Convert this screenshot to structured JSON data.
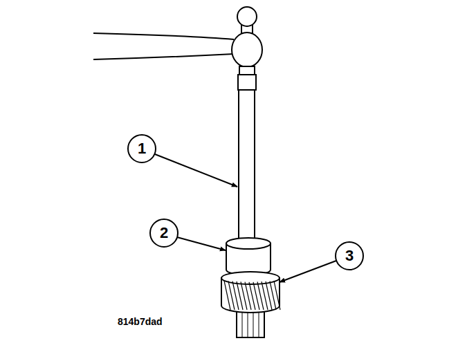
{
  "diagram": {
    "labels": [
      "1",
      "2",
      "3",
      "814b7dad"
    ]
  }
}
